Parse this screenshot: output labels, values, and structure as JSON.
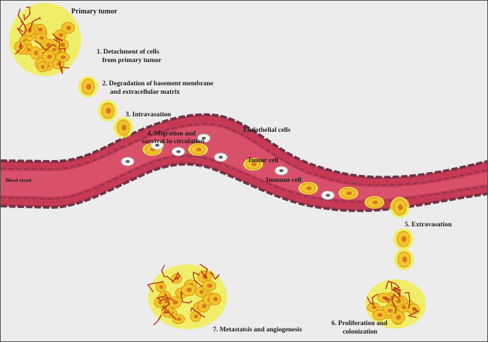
{
  "diagram": {
    "labels": {
      "primary_tumor": "Primary tumor",
      "step1_line1": "1. Detachment of cells",
      "step1_line2": "from primary tumor",
      "step2_line1": "2. Degradation of basement membrane",
      "step2_line2": "and extracellular matrix",
      "step3": "3. Intravasation",
      "step4_line1": "4. Migration and",
      "step4_line2": "survival in circulation",
      "endothelial": "Endothelial cells",
      "tumor_cell": "Tumor cell",
      "immune_cell": "Immune cell",
      "blood_vessel": "Blood vessel",
      "step5": "5. Extravasation",
      "step6_line1": "6. Proliferation and",
      "step6_line2": "colonization",
      "step7": "7. Metastatsis  and  angiogenesis"
    },
    "colors": {
      "background": "#ececec",
      "vessel_fill": "#c73a55",
      "vessel_wall": "#6e3446",
      "tumor_glow": "#f2ee3e",
      "tumor_cell": "#f4c22c",
      "tumor_nucleus": "#c8621a",
      "immune_cell": "#f4f4f4",
      "capillary": "#b8321a"
    }
  }
}
